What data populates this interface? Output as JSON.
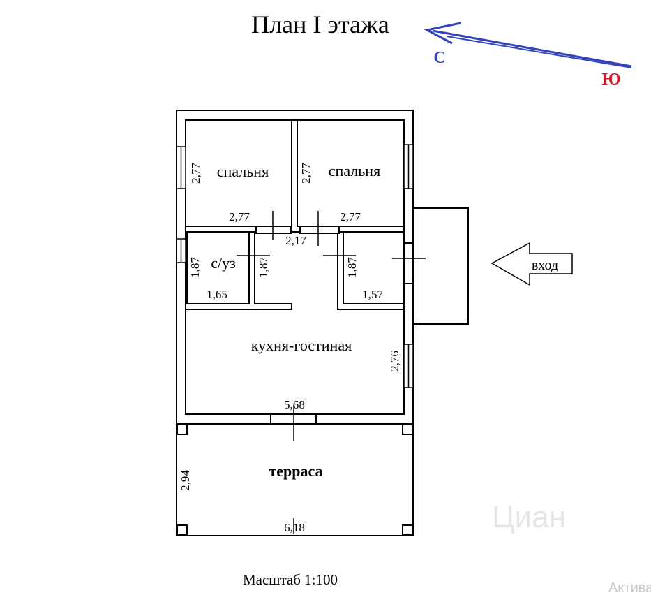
{
  "title": "План I этажа",
  "compass": {
    "north_label": "С",
    "south_label": "Ю",
    "arrow_color": "#3344bb",
    "north_color": "#3344bb",
    "south_color": "#e01020"
  },
  "rooms": {
    "bedroom_left": "спальня",
    "bedroom_right": "спальня",
    "bathroom": "с/уз",
    "kitchen_living": "кухня-гостиная",
    "terrace": "терраса"
  },
  "entrance_label": "вход",
  "dimensions": {
    "bedroom_left_height": "2,77",
    "bedroom_left_width": "2,77",
    "bedroom_right_height": "2,77",
    "bedroom_right_width": "2,77",
    "hall_width": "2,17",
    "bathroom_height": "1,87",
    "bathroom_width": "1,65",
    "hall_height": "1,87",
    "storage_height": "1,87",
    "storage_width": "1,57",
    "kitchen_height": "2,76",
    "kitchen_width": "5,68",
    "terrace_height": "2,94",
    "terrace_width": "6,18"
  },
  "scale_label": "Масштаб 1:100",
  "watermark": {
    "brand": "Циан",
    "corner_text": "Актива"
  }
}
